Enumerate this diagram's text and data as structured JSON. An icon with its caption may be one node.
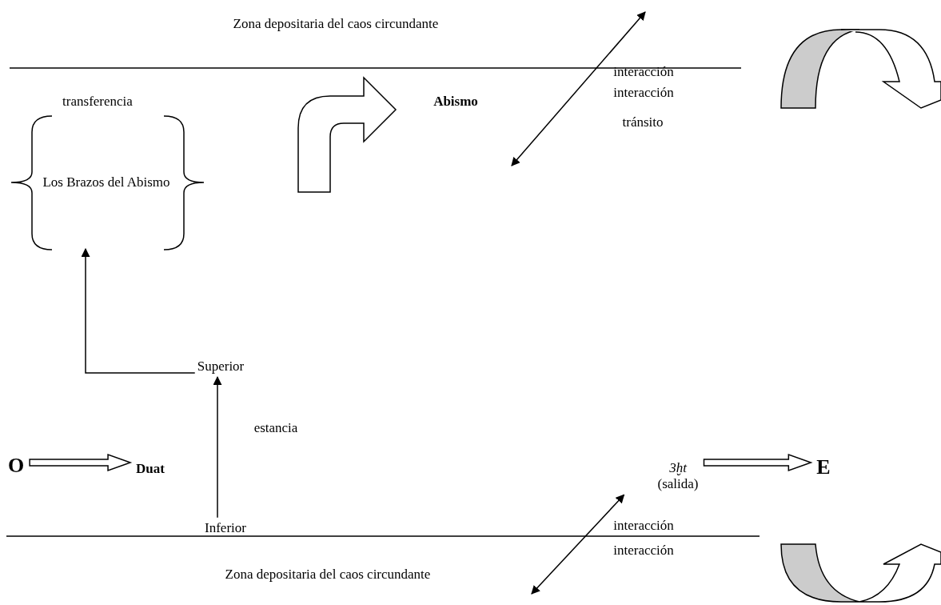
{
  "diagram": {
    "nodes": [
      {
        "text": [
          "O"
        ]
      },
      {
        "text": [
          "Duat"
        ]
      },
      {
        "text": [
          "Superior"
        ]
      },
      {
        "text": [
          "Inferior"
        ]
      },
      {
        "text": [
          "Los Brazos del Abismo"
        ]
      },
      {
        "text": [
          "3ḫt",
          "(salida)"
        ]
      },
      {
        "text": [
          "E"
        ]
      }
    ],
    "edges": [
      {
        "from": 0,
        "to": 1,
        "arrow": "to"
      },
      {
        "from": 3,
        "to": 2,
        "arrow": "to",
        "label": "estancia"
      },
      {
        "from": 2,
        "to": 4,
        "arrow": "to"
      },
      {
        "from": 5,
        "to": 6,
        "arrow": "to"
      },
      {
        "from": null,
        "to": 5,
        "arrow": "both"
      }
    ],
    "labels": [
      "Zona depositaria del caos circundante",
      "interacción",
      "interacción",
      "transferencia",
      "Abismo",
      "tránsito",
      "interacción",
      "interacción",
      "Zona depositaria del caos circundante"
    ]
  }
}
